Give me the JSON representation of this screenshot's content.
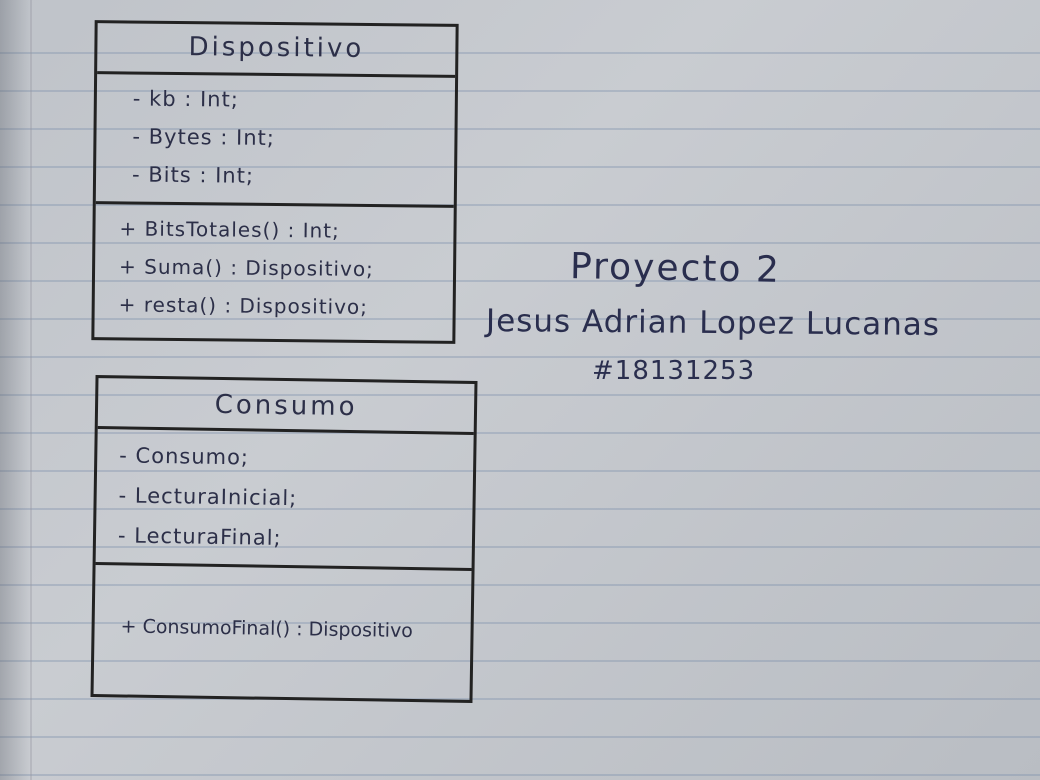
{
  "classes": [
    {
      "name": "Dispositivo",
      "attributes": [
        "- kb : Int;",
        "- Bytes : Int;",
        "- Bits : Int;"
      ],
      "methods": [
        "+ BitsTotales() : Int;",
        "+ Suma() : Dispositivo;",
        "+ resta() : Dispositivo;"
      ]
    },
    {
      "name": "Consumo",
      "attributes": [
        "- Consumo;",
        "- LecturaInicial;",
        "- LecturaFinal;"
      ],
      "methods": [
        "+ ConsumoFinal() : Dispositivo"
      ]
    }
  ],
  "notes": {
    "title": "Proyecto 2",
    "author": "Jesus Adrian Lopez Lucanas",
    "id": "#18131253"
  },
  "colors": {
    "ink": "#2c2f48",
    "border": "#222222",
    "paper": "#c5c8cd",
    "rule": "#788caa"
  }
}
